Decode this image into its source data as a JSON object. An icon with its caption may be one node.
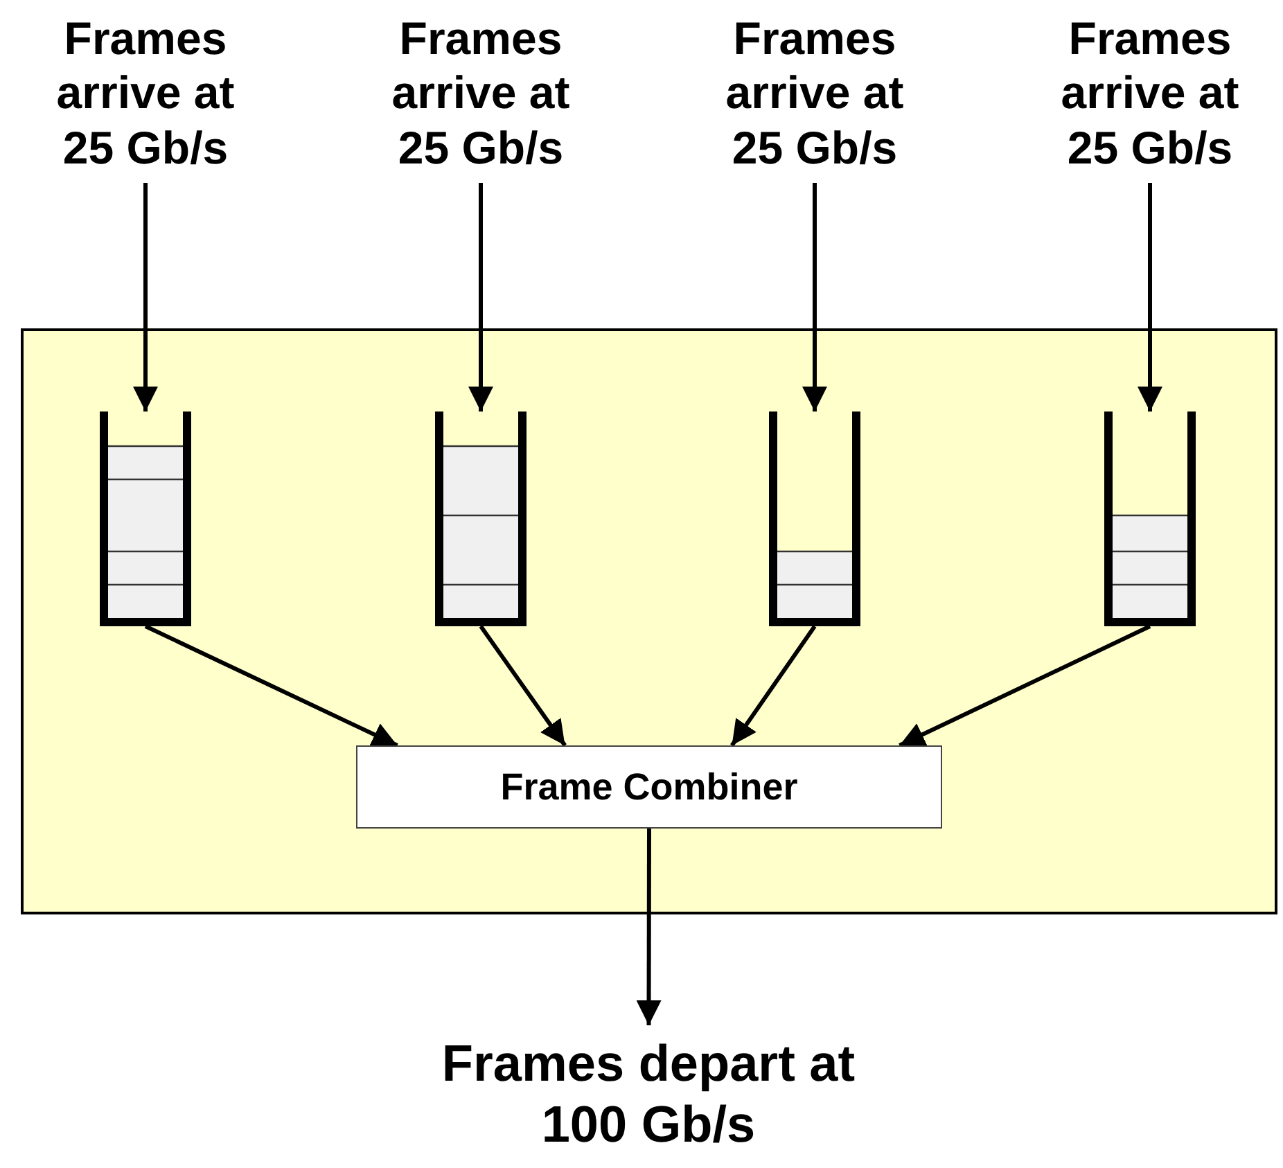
{
  "diagram": {
    "nodes": [
      {
        "text": [
          "Frames arrive at 25 Gb/s"
        ]
      },
      {
        "text": [
          "Frames arrive at 25 Gb/s"
        ]
      },
      {
        "text": [
          "Frames arrive at 25 Gb/s"
        ]
      },
      {
        "text": [
          "Frames arrive at 25 Gb/s"
        ]
      },
      {
        "text": [],
        "shape": "box"
      },
      {
        "text": [],
        "shape": "queue",
        "in": 4
      },
      {
        "text": [],
        "shape": "queue",
        "in": 4
      },
      {
        "text": [],
        "shape": "queue",
        "in": 4
      },
      {
        "text": [],
        "shape": "queue",
        "in": 4
      },
      {
        "text": [
          "Frame Combiner"
        ],
        "in": 4
      },
      {
        "text": [
          "Frames depart at 100 Gb/s"
        ]
      }
    ],
    "edges": [
      {
        "from": 0,
        "to": 5,
        "arrow": "to"
      },
      {
        "from": 1,
        "to": 6,
        "arrow": "to"
      },
      {
        "from": 2,
        "to": 7,
        "arrow": "to"
      },
      {
        "from": 3,
        "to": 8,
        "arrow": "to"
      },
      {
        "from": 5,
        "to": 9,
        "arrow": "to"
      },
      {
        "from": 6,
        "to": 9,
        "arrow": "to"
      },
      {
        "from": 7,
        "to": 9,
        "arrow": "to"
      },
      {
        "from": 8,
        "to": 9,
        "arrow": "to"
      },
      {
        "from": 9,
        "to": 10,
        "arrow": "to"
      }
    ]
  }
}
